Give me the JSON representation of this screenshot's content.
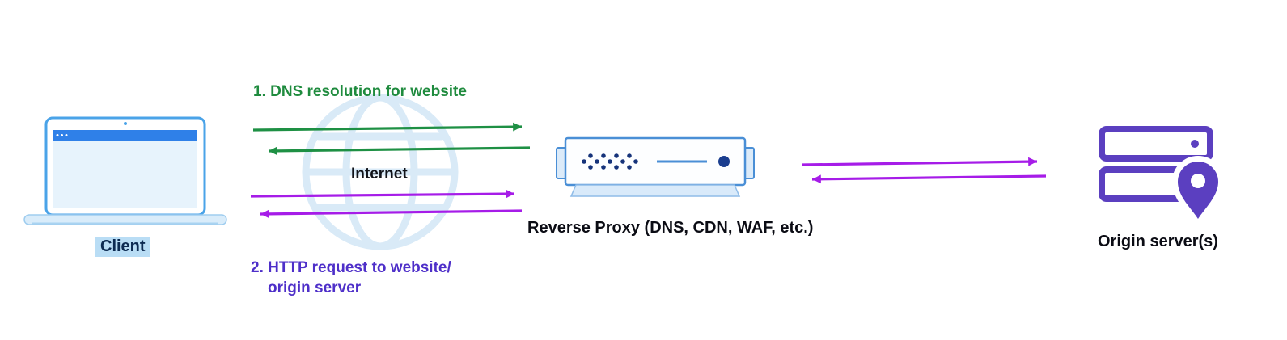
{
  "diagram": {
    "client": {
      "label": "Client"
    },
    "internet": {
      "label": "Internet"
    },
    "proxy": {
      "label": "Reverse Proxy (DNS, CDN, WAF, etc.)"
    },
    "origin": {
      "label": "Origin server(s)"
    },
    "steps": {
      "step1": "1. DNS resolution for website",
      "step2_line1": "2. HTTP request to website/",
      "step2_line2": "origin server"
    }
  },
  "colors": {
    "green_arrow": "#1e9044",
    "green_text": "#1f8b3e",
    "purple_arrow": "#a61ce8",
    "purple_text": "#4e2fc9",
    "device_blue": "#4a8fd6",
    "device_navy": "#1b3e8f",
    "laptop_blue": "#4aa3e8",
    "laptop_titlebar": "#2f80e8",
    "laptop_light": "#d9ecfa",
    "origin_purple": "#5b3fc0",
    "globe_light": "#d9eaf7",
    "client_highlight": "#b9ddf5"
  }
}
